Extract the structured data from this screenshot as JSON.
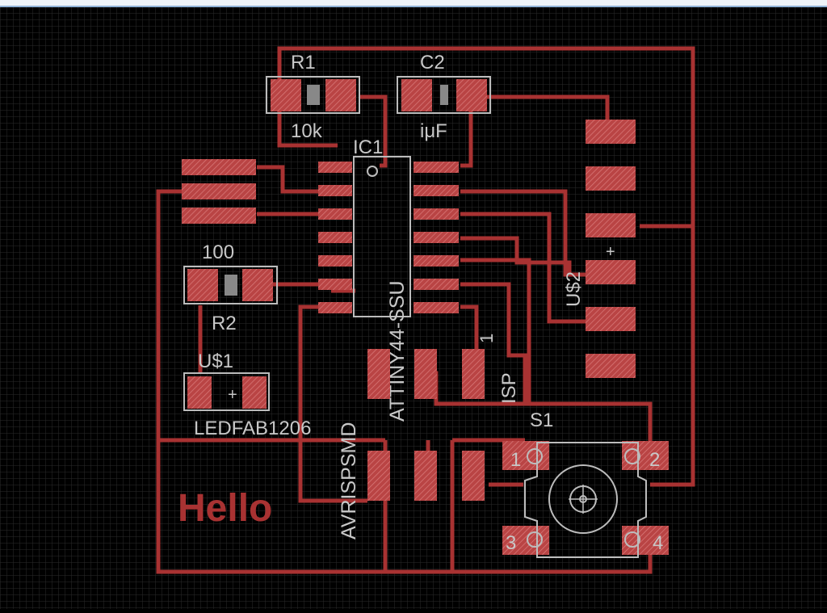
{
  "board": {
    "components": {
      "r1": {
        "name": "R1",
        "value": "10k"
      },
      "c2": {
        "name": "C2",
        "value": "iμF"
      },
      "ic1": {
        "name": "IC1",
        "value": "ATTINY44-SSU"
      },
      "r2": {
        "name": "R2",
        "value": "100"
      },
      "us1": {
        "name": "U$1",
        "value": "LEDFAB1206"
      },
      "us2": {
        "name": "U$2"
      },
      "isp": {
        "name": "ISP",
        "value": "AVRISPSMD",
        "pin1": "1"
      },
      "s1": {
        "name": "S1",
        "pins": [
          "1",
          "2",
          "3",
          "4"
        ]
      }
    },
    "silkscreen_text": "Hello",
    "colors": {
      "background": "#000000",
      "grid": "#2b2b2b",
      "trace": "#a83232",
      "pad": "#b94444",
      "outline": "#bcbcbc",
      "text": "#c8c8c8",
      "titlebar": "#eef3f8"
    }
  }
}
